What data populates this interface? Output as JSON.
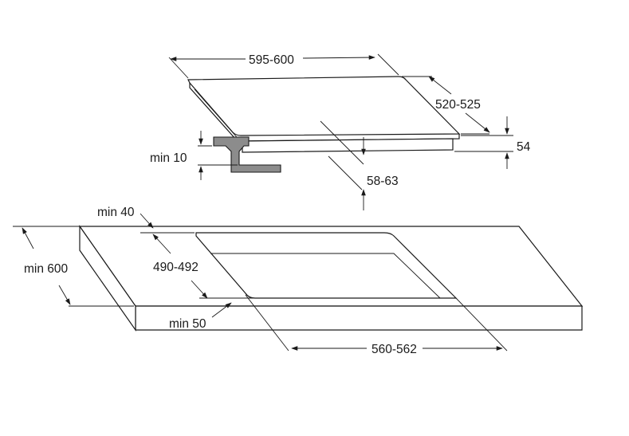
{
  "labels": {
    "width_hob": "595-600",
    "depth_hob": "520-525",
    "height_hob": "54",
    "clearance_under": "58-63",
    "min_bracket": "min 10",
    "min_front_edge": "min 40",
    "cutout_depth": "490-492",
    "worktop_depth": "min 600",
    "min_back_edge": "min 50",
    "cutout_width": "560-562"
  },
  "colors": {
    "line": "#1a1a1a",
    "bracket_fill": "#8c8c8c",
    "background": "#ffffff"
  }
}
